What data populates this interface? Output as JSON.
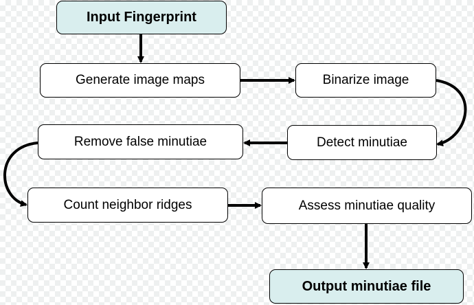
{
  "diagram": {
    "nodes": [
      {
        "id": "input",
        "label": "Input Fingerprint",
        "kind": "terminal"
      },
      {
        "id": "maps",
        "label": "Generate image maps",
        "kind": "process"
      },
      {
        "id": "binarize",
        "label": "Binarize image",
        "kind": "process"
      },
      {
        "id": "detect",
        "label": "Detect minutiae",
        "kind": "process"
      },
      {
        "id": "remove",
        "label": "Remove false minutiae",
        "kind": "process"
      },
      {
        "id": "count",
        "label": "Count neighbor ridges",
        "kind": "process"
      },
      {
        "id": "assess",
        "label": "Assess minutiae quality",
        "kind": "process"
      },
      {
        "id": "output",
        "label": "Output minutiae file",
        "kind": "terminal"
      }
    ],
    "edges": [
      {
        "from": "input",
        "to": "maps"
      },
      {
        "from": "maps",
        "to": "binarize"
      },
      {
        "from": "binarize",
        "to": "detect"
      },
      {
        "from": "detect",
        "to": "remove"
      },
      {
        "from": "remove",
        "to": "count"
      },
      {
        "from": "count",
        "to": "assess"
      },
      {
        "from": "assess",
        "to": "output"
      }
    ],
    "colors": {
      "terminal_fill": "#d9eeee",
      "process_fill": "#ffffff",
      "stroke": "#000000"
    }
  }
}
